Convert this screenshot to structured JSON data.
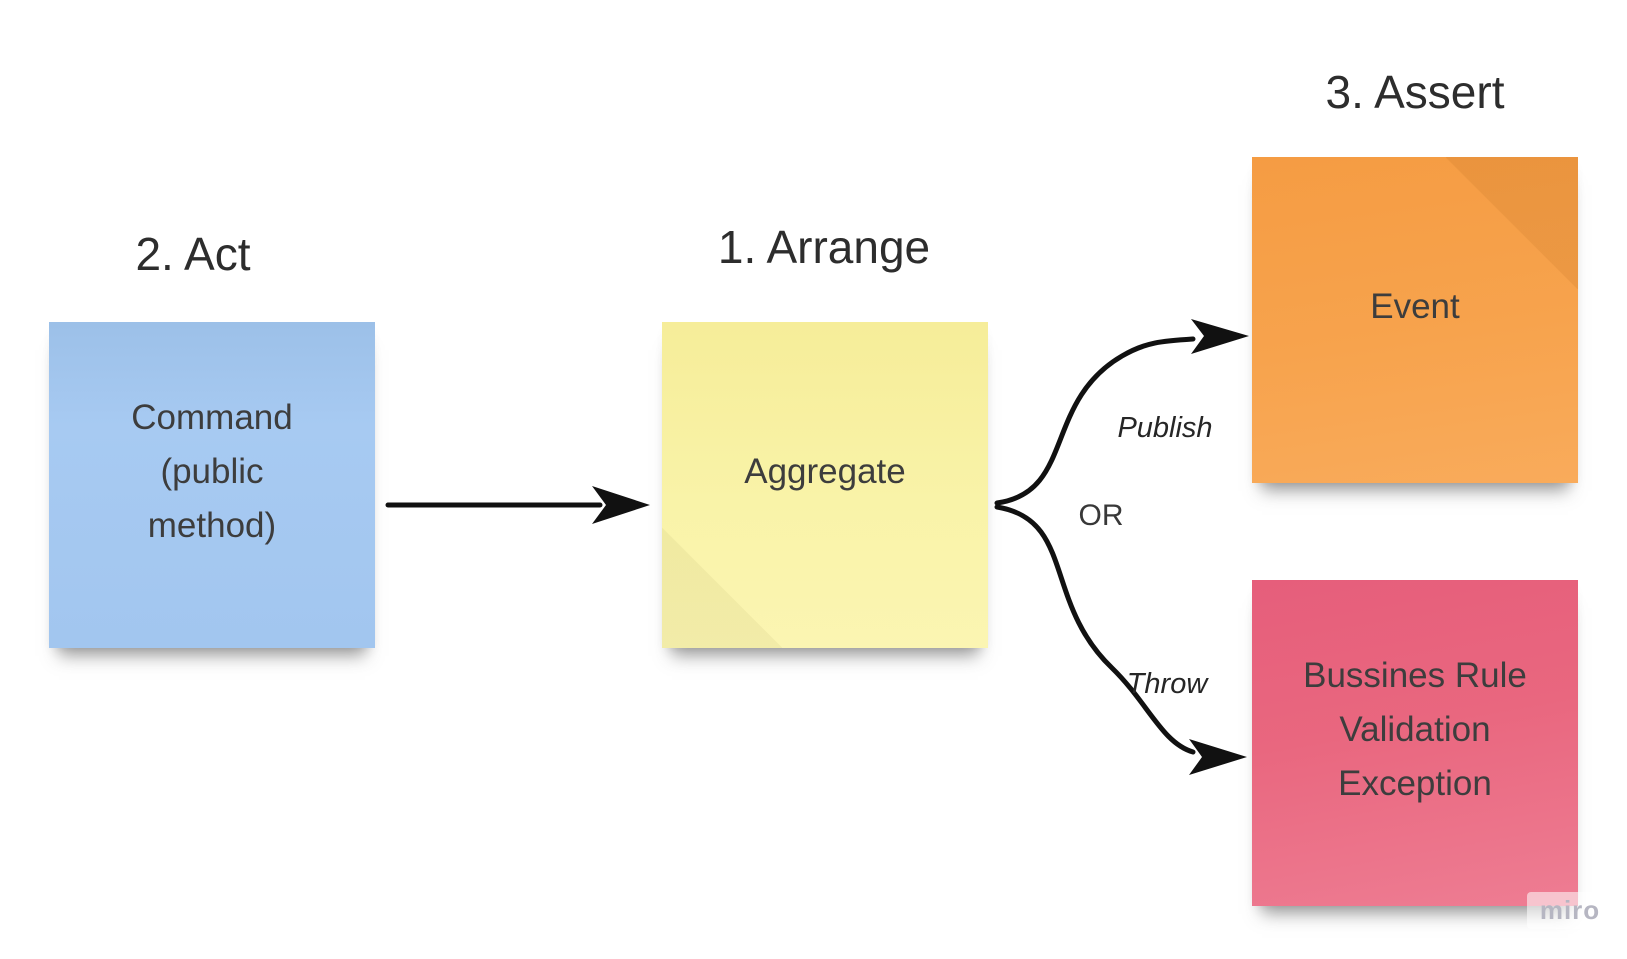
{
  "board": {
    "background_color": "#ffffff",
    "arrow_color": "#111111"
  },
  "headings": {
    "act": {
      "label": "2. Act"
    },
    "arrange": {
      "label": "1. Arrange"
    },
    "assert": {
      "label": "3. Assert"
    }
  },
  "notes": {
    "command": {
      "label": "Command\n(public\nmethod)",
      "color": "#a3c7ef"
    },
    "aggregate": {
      "label": "Aggregate",
      "color": "#f9f2a4"
    },
    "event": {
      "label": "Event",
      "color": "#f7a34d"
    },
    "exception": {
      "label": "Bussines Rule\nValidation\nException",
      "color": "#e9647f"
    }
  },
  "connectors": {
    "publish_label": "Publish",
    "or_label": "OR",
    "throw_label": "Throw"
  },
  "watermark": {
    "label": "miro"
  }
}
